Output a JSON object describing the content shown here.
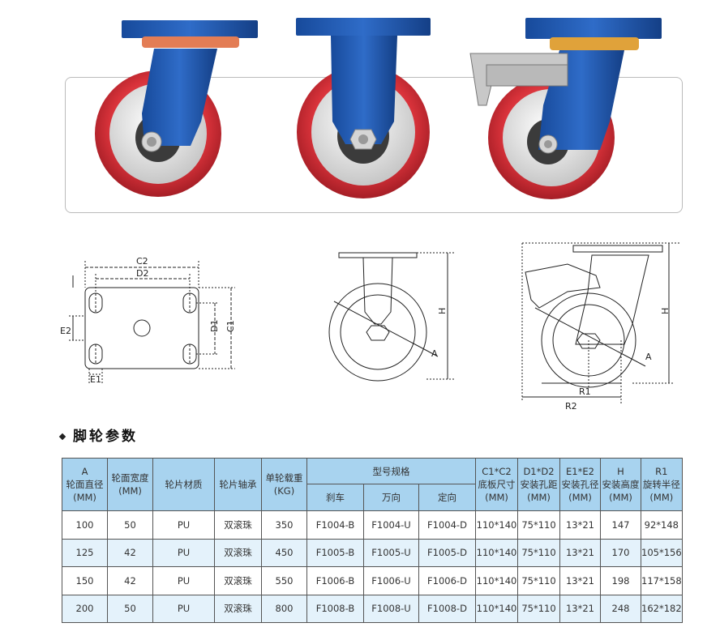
{
  "section_title": "脚轮参数",
  "drawing_labels": {
    "plate": {
      "c2": "C2",
      "d2": "D2",
      "e2": "E2",
      "d1": "D1",
      "c1": "C1",
      "e1": "E1"
    },
    "fixed": {
      "h": "H",
      "a": "A"
    },
    "brake": {
      "h": "H",
      "a": "A",
      "r1": "R1",
      "r2": "R2"
    }
  },
  "table": {
    "header": {
      "a": [
        "A",
        "轮面直径",
        "(MM)"
      ],
      "width": [
        "轮面宽度",
        "(MM)"
      ],
      "material": "轮片材质",
      "bearing": "轮片轴承",
      "load": [
        "单轮载重",
        "(KG)"
      ],
      "model": "型号规格",
      "model_sub": [
        "刹车",
        "万向",
        "定向"
      ],
      "c": [
        "C1*C2",
        "底板尺寸",
        "(MM)"
      ],
      "d": [
        "D1*D2",
        "安装孔距",
        "(MM)"
      ],
      "e": [
        "E1*E2",
        "安装孔径",
        "(MM)"
      ],
      "h": [
        "H",
        "安装高度",
        "(MM)"
      ],
      "r": [
        "R1",
        "旋转半径",
        "(MM)"
      ]
    },
    "rows": [
      [
        "100",
        "50",
        "PU",
        "双滚珠",
        "350",
        "F1004-B",
        "F1004-U",
        "F1004-D",
        "110*140",
        "75*110",
        "13*21",
        "147",
        "92*148"
      ],
      [
        "125",
        "42",
        "PU",
        "双滚珠",
        "450",
        "F1005-B",
        "F1005-U",
        "F1005-D",
        "110*140",
        "75*110",
        "13*21",
        "170",
        "105*156"
      ],
      [
        "150",
        "42",
        "PU",
        "双滚珠",
        "550",
        "F1006-B",
        "F1006-U",
        "F1006-D",
        "110*140",
        "75*110",
        "13*21",
        "198",
        "117*158"
      ],
      [
        "200",
        "50",
        "PU",
        "双滚珠",
        "800",
        "F1008-B",
        "F1008-U",
        "F1008-D",
        "110*140",
        "75*110",
        "13*21",
        "248",
        "162*182"
      ]
    ]
  },
  "colors": {
    "header_bg": "#a8d3ef",
    "alt_row_bg": "#e4f2fb",
    "wheel_red": "#d8323a",
    "bracket_blue": "#1f55a8",
    "ring_orange": "#e0a23a"
  }
}
